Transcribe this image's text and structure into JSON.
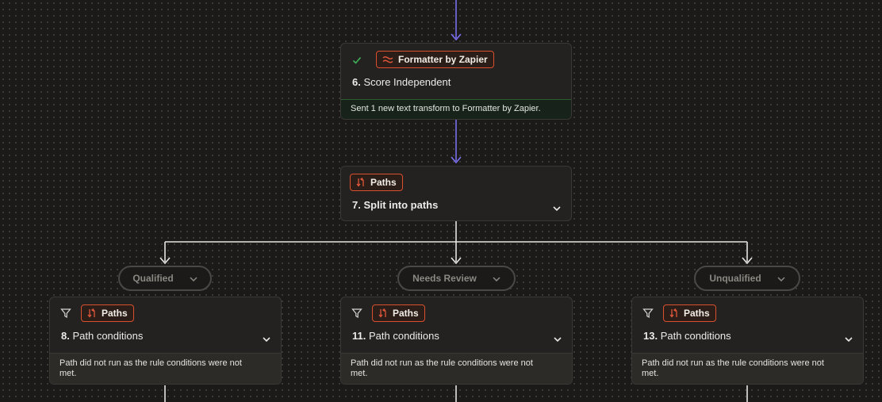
{
  "steps": {
    "formatter": {
      "app": "Formatter by Zapier",
      "number": "6.",
      "title": "Score Independent",
      "status": "Sent 1 new text transform to Formatter by Zapier."
    },
    "split": {
      "app": "Paths",
      "number": "7.",
      "title": "Split into paths"
    },
    "path_a": {
      "pill": "Qualified",
      "app": "Paths",
      "number": "8.",
      "title": "Path conditions",
      "status": "Path did not run as the rule conditions were not met."
    },
    "path_b": {
      "pill": "Needs Review",
      "app": "Paths",
      "number": "11.",
      "title": "Path conditions",
      "status": "Path did not run as the rule conditions were not met."
    },
    "path_c": {
      "pill": "Unqualified",
      "app": "Paths",
      "number": "13.",
      "title": "Path conditions",
      "status": "Path did not run as the rule conditions were not met."
    }
  },
  "colors": {
    "canvas": "#1b1a19",
    "card": "#232220",
    "accent": "#d9502e",
    "connector_active": "#7b6ff0",
    "connector_idle": "#e8e6e3",
    "success": "#3fb25a"
  },
  "icons": {
    "check": "check-icon",
    "formatter": "formatter-icon",
    "paths": "paths-icon",
    "filter": "filter-icon",
    "chevron": "chevron-down-icon"
  }
}
